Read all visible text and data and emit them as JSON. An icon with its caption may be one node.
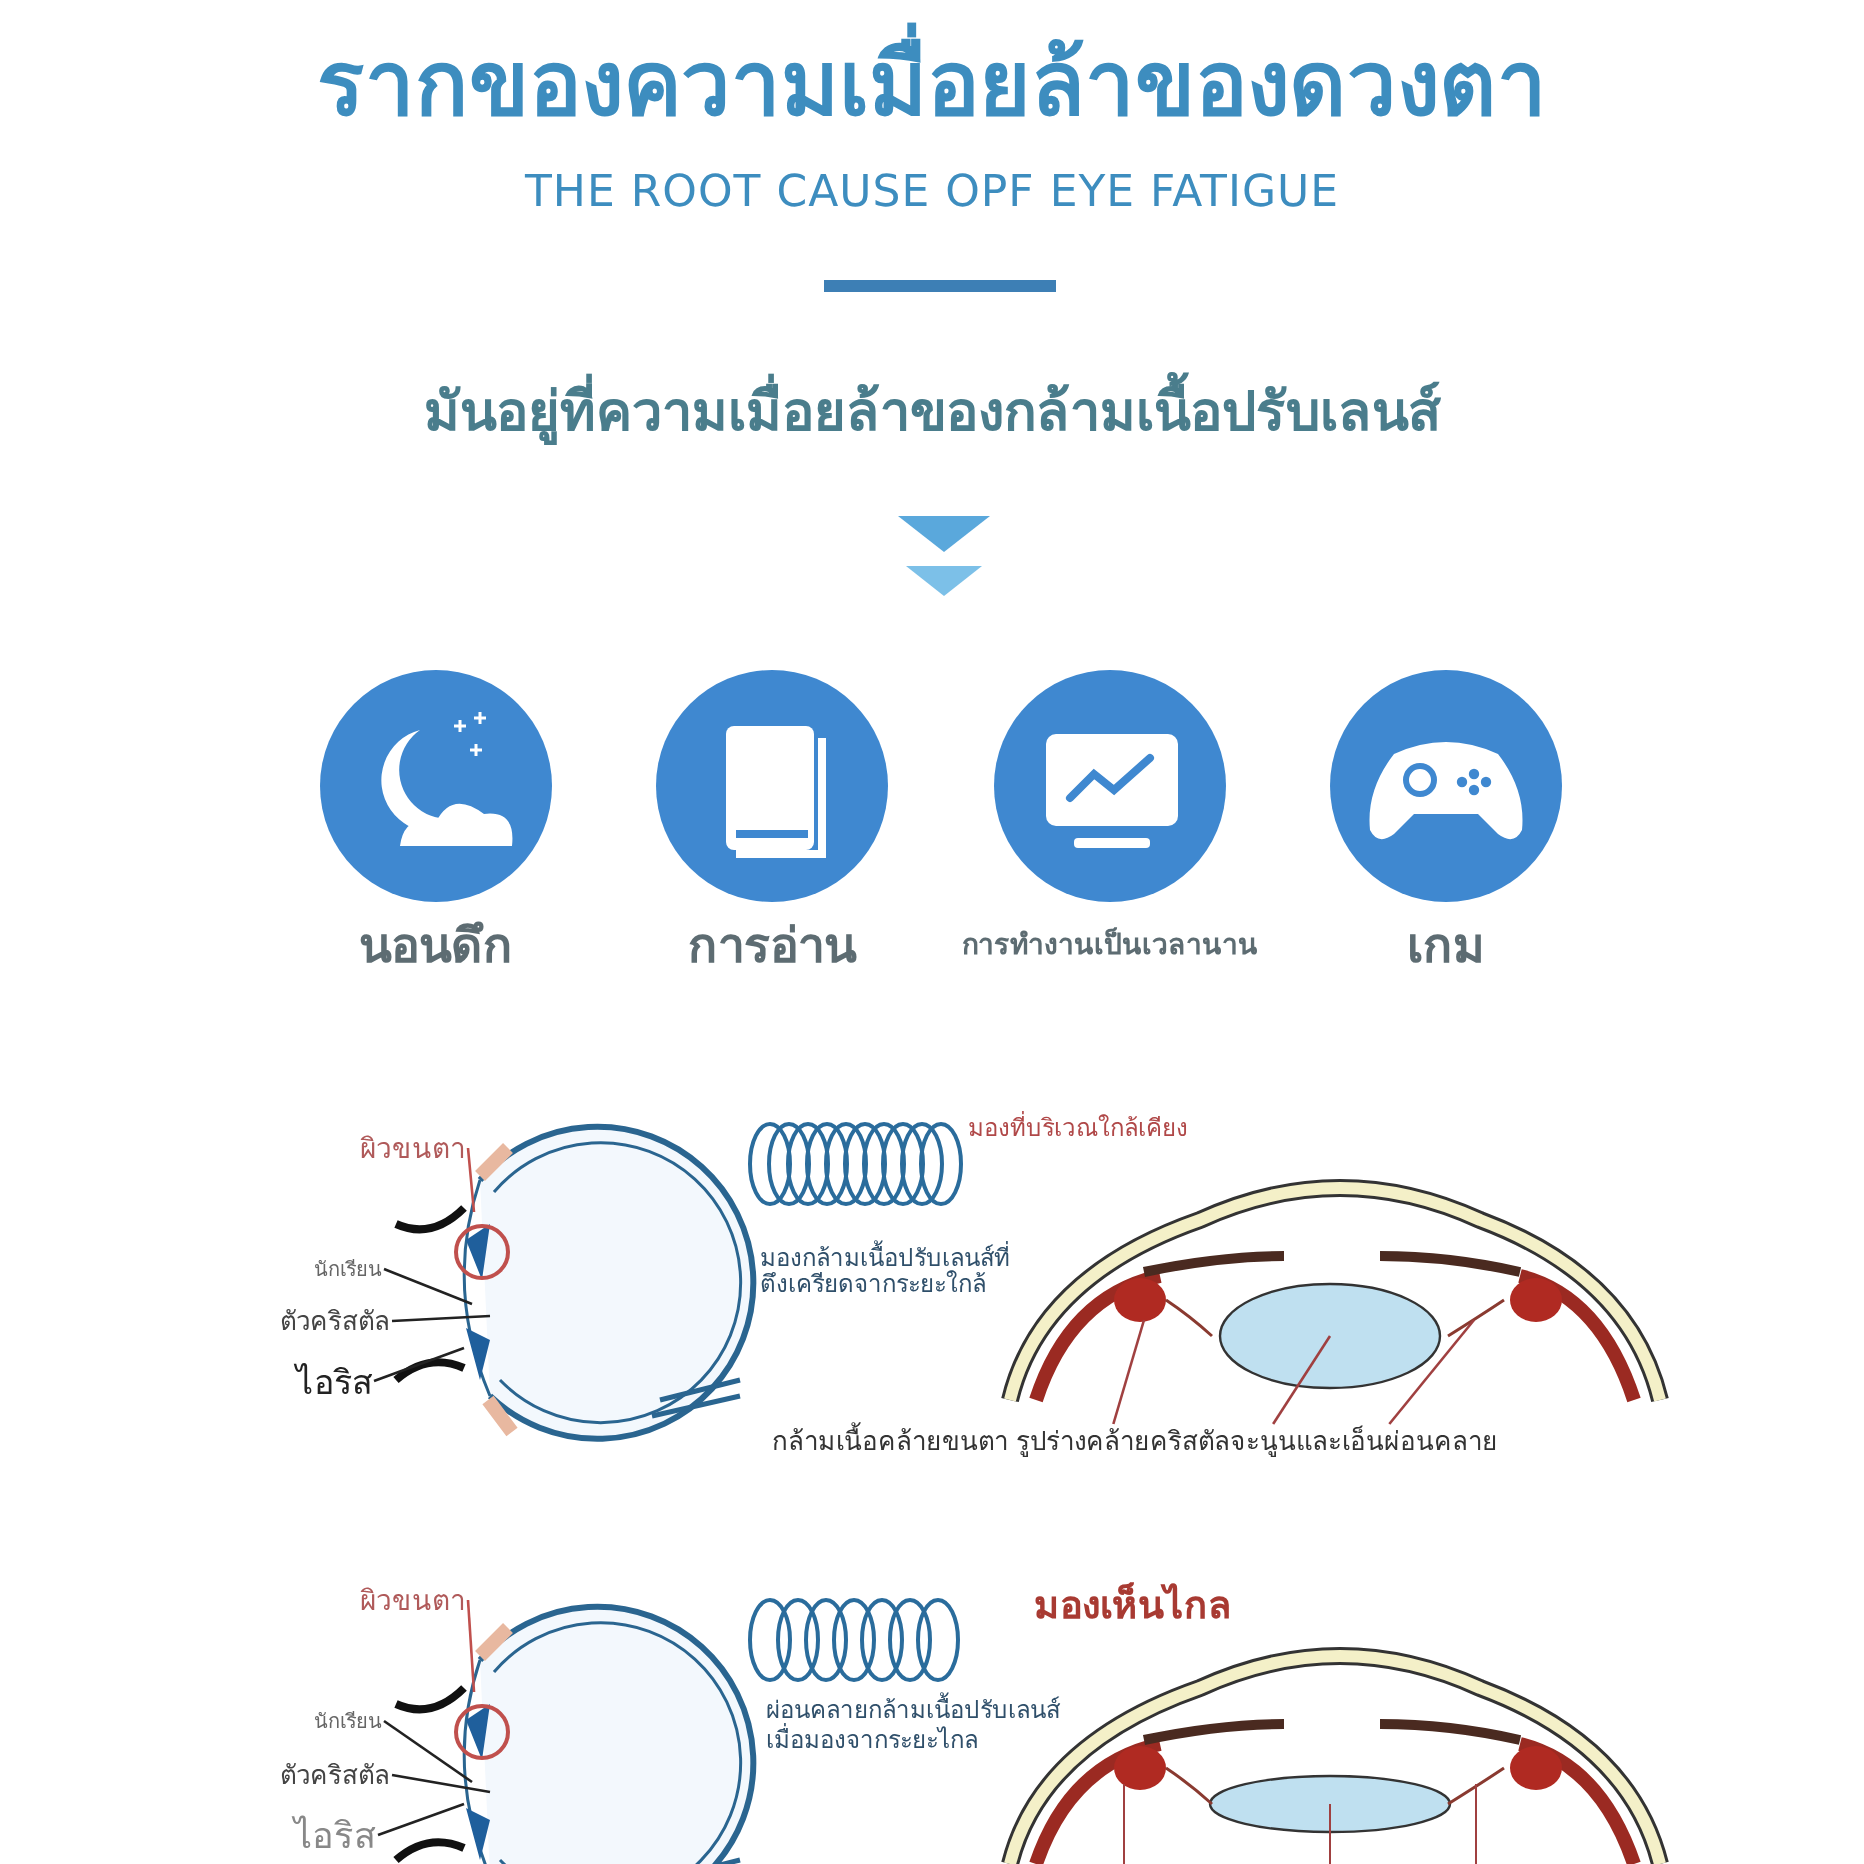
{
  "diagram": {
    "title": "รากของความเมื่อยล้าของดวงตา",
    "nodes": [
      {
        "text": [
          "นอนดึก"
        ]
      },
      {
        "text": [
          "การอ่าน"
        ]
      },
      {
        "text": [
          "การทำงานเป็นเวลานาน"
        ]
      },
      {
        "text": [
          "เกม"
        ]
      },
      {
        "text": [
          "ผิวขนตา"
        ]
      },
      {
        "text": [
          "นักเรียน"
        ]
      },
      {
        "text": [
          "ตัวคริสตัล"
        ]
      },
      {
        "text": [
          "ไอริส"
        ]
      },
      {
        "text": [
          "กล้ามเนื้อคล้ายขนตา รูปร่างคล้ายคริสตัลจะนูนและเอ็นผ่อนคลาย"
        ]
      },
      {
        "text": [
          "ผิวขนตา"
        ]
      },
      {
        "text": [
          "นักเรียน"
        ]
      },
      {
        "text": [
          "ตัวคริสตัล"
        ]
      },
      {
        "text": [
          "ไอริส"
        ]
      }
    ],
    "edges": [
      {
        "from": 4,
        "to": null,
        "arrow": "none",
        "color": "#c0504d"
      },
      {
        "from": 5,
        "to": null,
        "arrow": "none"
      },
      {
        "from": 6,
        "to": null,
        "arrow": "none"
      },
      {
        "from": 7,
        "to": null,
        "arrow": "none"
      },
      {
        "from": 8,
        "to": null,
        "arrow": "none",
        "color": "#a04040"
      },
      {
        "from": 8,
        "to": null,
        "arrow": "none",
        "color": "#a04040"
      },
      {
        "from": 8,
        "to": null,
        "arrow": "none",
        "color": "#a04040"
      },
      {
        "from": 9,
        "to": null,
        "arrow": "none",
        "color": "#c0504d"
      },
      {
        "from": 10,
        "to": null,
        "arrow": "none"
      },
      {
        "from": 11,
        "to": null,
        "arrow": "none"
      },
      {
        "from": 12,
        "to": null,
        "arrow": "none"
      }
    ],
    "labels": [
      "THE ROOT CAUSE OPF EYE FATIGUE",
      "มันอยู่ที่ความเมื่อยล้าของกล้ามเนื้อปรับเลนส์",
      "มองที่บริเวณใกล้เคียง",
      "มองกล้ามเนื้อปรับเลนส์ที่ตึงเครียดจากระยะใกล้",
      "มองเห็นไกล",
      "ผ่อนคลายกล้ามเนื้อปรับเลนส์เมื่อมองจากระยะไกล"
    ]
  }
}
